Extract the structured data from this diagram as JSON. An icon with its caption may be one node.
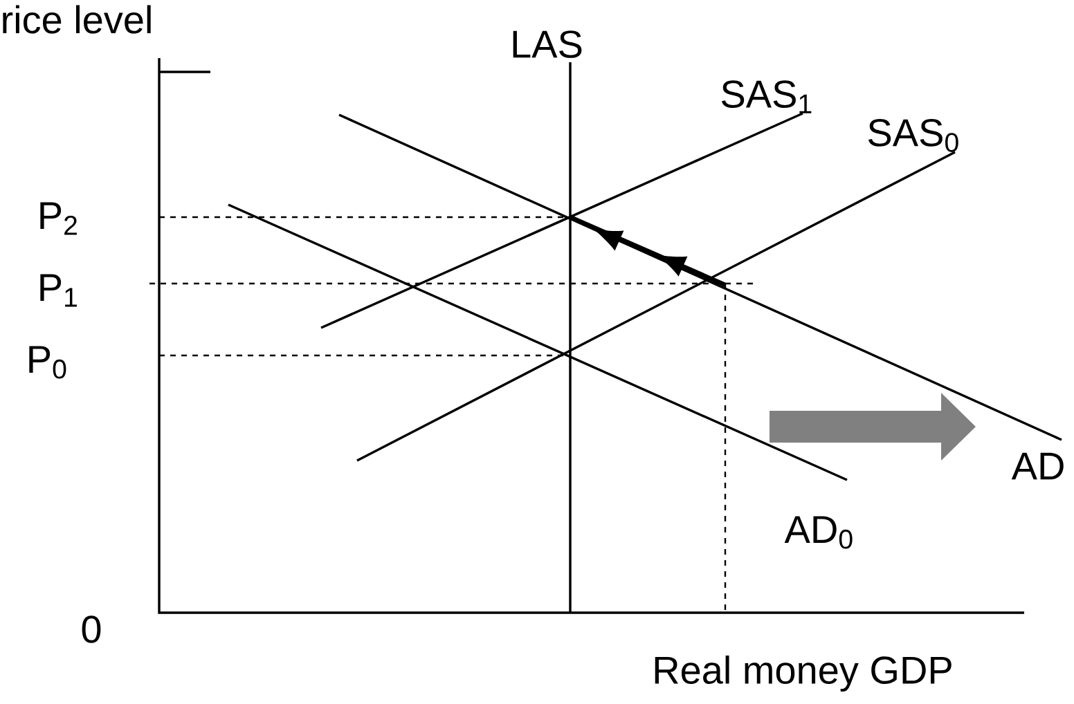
{
  "diagram": {
    "labels": [
      "rice level",
      "LAS",
      "SAS$_{1}$",
      "SAS$_{0}$",
      "P$_{2}$",
      "P$_{1}$",
      "P$_{0}$",
      "AD",
      "AD$_{0}$",
      "0",
      "Real money GDP"
    ]
  }
}
